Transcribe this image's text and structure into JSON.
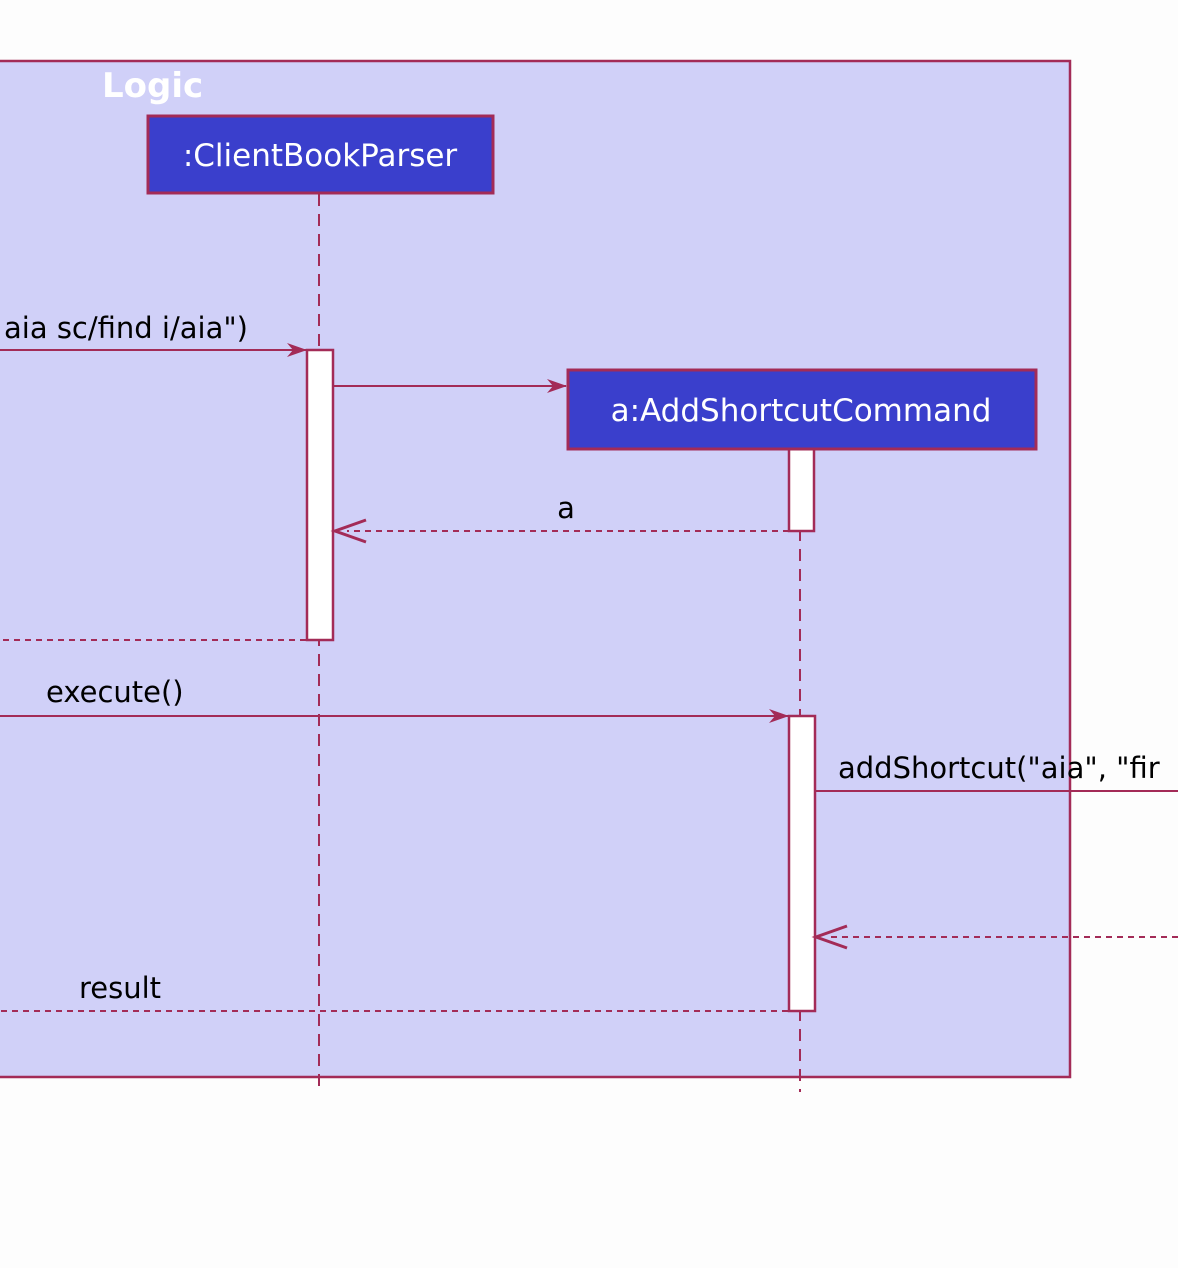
{
  "frame": {
    "title": "Logic"
  },
  "participants": {
    "parser": ":ClientBookParser",
    "command": "a:AddShortcutCommand"
  },
  "messages": {
    "parse_call": "aia sc/find i/aia\")",
    "return_a": "a",
    "execute_call": "execute()",
    "add_shortcut_call": "addShortcut(\"aia\", \"fir",
    "return_result": "result"
  },
  "colors": {
    "frame_fill": "#d0d0f8",
    "frame_border": "#a32b57",
    "participant_fill": "#3a3fcc",
    "line": "#a32b57",
    "activation_fill": "#ffffff"
  }
}
